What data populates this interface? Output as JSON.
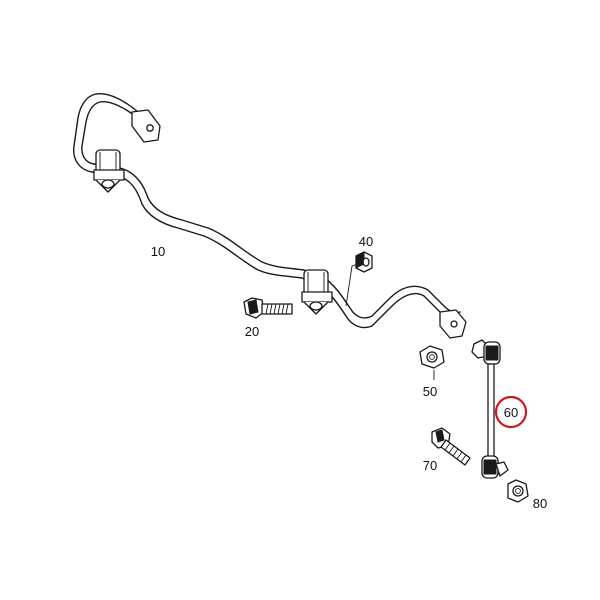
{
  "diagram": {
    "labels": {
      "p10": "10",
      "p20": "20",
      "p40": "40",
      "p50": "50",
      "p60": "60",
      "p70": "70",
      "p80": "80"
    },
    "highlight": {
      "part": "60",
      "color": "#d0161b"
    }
  }
}
